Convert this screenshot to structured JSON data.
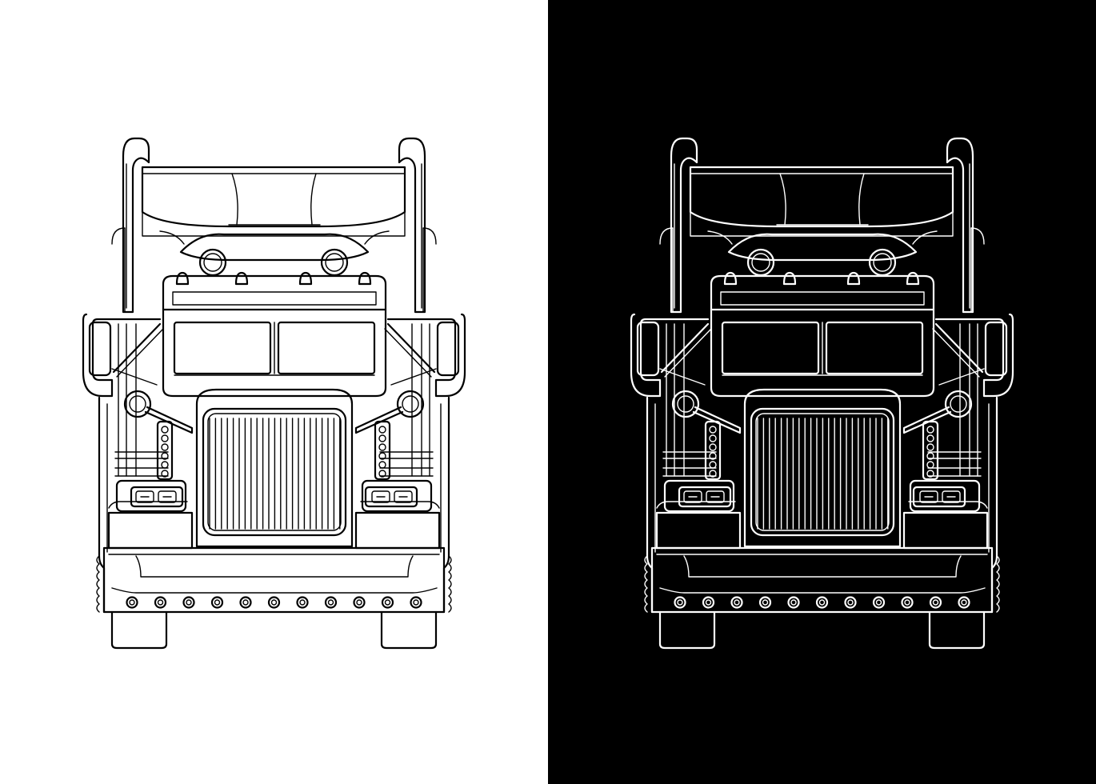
{
  "image": {
    "subject": "semi-truck-front-line-art",
    "panels": [
      {
        "variant": "outline-on-light",
        "background": "#ffffff",
        "stroke": "#000000"
      },
      {
        "variant": "outline-on-dark",
        "background": "#000000",
        "stroke": "#ffffff"
      }
    ]
  }
}
